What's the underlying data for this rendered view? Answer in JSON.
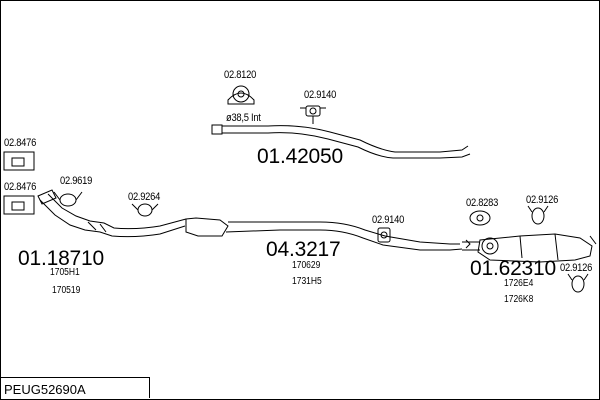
{
  "diagram": {
    "parts": [
      {
        "id": "p1",
        "ref": "02.8120"
      },
      {
        "id": "p2",
        "ref": "02.9140"
      },
      {
        "id": "p3",
        "ref": "ø38,5 Int"
      },
      {
        "id": "p4",
        "ref": "01.42050"
      },
      {
        "id": "p5",
        "ref": "02.8476"
      },
      {
        "id": "p6",
        "ref": "02.8476"
      },
      {
        "id": "p7",
        "ref": "02.9619"
      },
      {
        "id": "p8",
        "ref": "02.9264"
      },
      {
        "id": "p9",
        "ref": "01.18710"
      },
      {
        "id": "p10",
        "ref": "1705H1"
      },
      {
        "id": "p11",
        "ref": "170519"
      },
      {
        "id": "p12",
        "ref": "04.3217"
      },
      {
        "id": "p13",
        "ref": "170629"
      },
      {
        "id": "p14",
        "ref": "1731H5"
      },
      {
        "id": "p15",
        "ref": "02.9140"
      },
      {
        "id": "p16",
        "ref": "02.8283"
      },
      {
        "id": "p17",
        "ref": "02.9126"
      },
      {
        "id": "p18",
        "ref": "01.62310"
      },
      {
        "id": "p19",
        "ref": "02.9126"
      },
      {
        "id": "p20",
        "ref": "1726E4"
      },
      {
        "id": "p21",
        "ref": "1726K8"
      }
    ],
    "assembly_code": "PEUG52690A"
  }
}
